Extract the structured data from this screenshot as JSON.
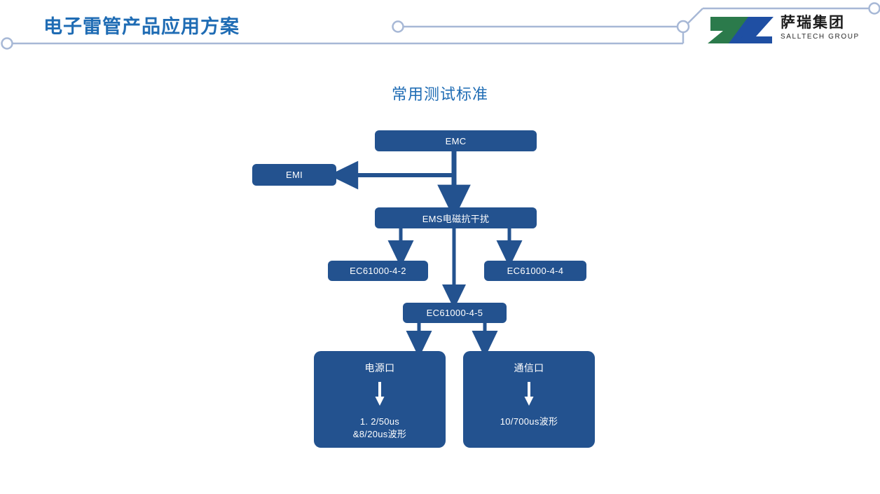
{
  "header": {
    "title": "电子雷管产品应用方案",
    "title_color": "#1f6cb4",
    "deco_line_color": "#a7b8d6",
    "logo": {
      "mark_green": "#2b7a4b",
      "mark_blue": "#1f4fa3",
      "name_cn": "萨瑞集团",
      "name_en": "SALLTECH GROUP"
    }
  },
  "slide": {
    "subtitle": "常用测试标准",
    "subtitle_color": "#1f6cb4",
    "node_fill": "#23528f",
    "connector_color": "#23528f"
  },
  "chart_data": {
    "type": "diagram",
    "title": "常用测试标准",
    "nodes": [
      {
        "id": "emc",
        "label": "EMC"
      },
      {
        "id": "emi",
        "label": "EMI"
      },
      {
        "id": "ems",
        "label": "EMS电磁抗干扰"
      },
      {
        "id": "ec442",
        "label": "EC61000-4-2"
      },
      {
        "id": "ec444",
        "label": "EC61000-4-4"
      },
      {
        "id": "ec445",
        "label": "EC61000-4-5"
      },
      {
        "id": "power",
        "label": "电源口",
        "sub": "1. 2/50us\n&8/20us波形"
      },
      {
        "id": "comm",
        "label": "通信口",
        "sub": "10/700us波形"
      }
    ],
    "edges": [
      {
        "from": "emc",
        "to": "emi",
        "dir": "left"
      },
      {
        "from": "emc",
        "to": "ems",
        "dir": "down"
      },
      {
        "from": "ems",
        "to": "ec442",
        "dir": "down"
      },
      {
        "from": "ems",
        "to": "ec444",
        "dir": "down"
      },
      {
        "from": "ems",
        "to": "ec445",
        "dir": "down"
      },
      {
        "from": "ec445",
        "to": "power",
        "dir": "down"
      },
      {
        "from": "ec445",
        "to": "comm",
        "dir": "down"
      }
    ]
  }
}
